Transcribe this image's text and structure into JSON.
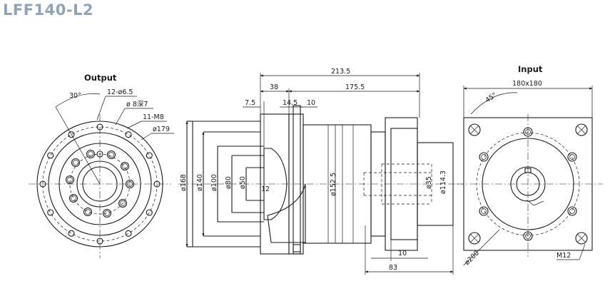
{
  "title": "LFF140-L2",
  "views": {
    "output": {
      "label": "Output",
      "angle": "30°",
      "holes_a": "12-ø6.5",
      "holes_b": "ø 8深7",
      "thread": "11-M8",
      "pcd": "ø179"
    },
    "side": {
      "total_length": "213.5",
      "flange_length": "38",
      "body_length": "175.5",
      "dim_7_5": "7.5",
      "dim_14_5": "14.5",
      "dim_10": "10",
      "d168": "ø168",
      "d140": "ø140",
      "d100": "ø100",
      "d80": "ø80",
      "d50": "ø50",
      "d12": "12",
      "d152_5": "ø152.5",
      "d35": "ø35",
      "d114_3": "ø114.3",
      "dim_10b": "10",
      "dim_83": "83"
    },
    "input": {
      "label": "Input",
      "square": "180x180",
      "angle": "45°",
      "pcd": "ø200",
      "thread": "M12"
    }
  }
}
